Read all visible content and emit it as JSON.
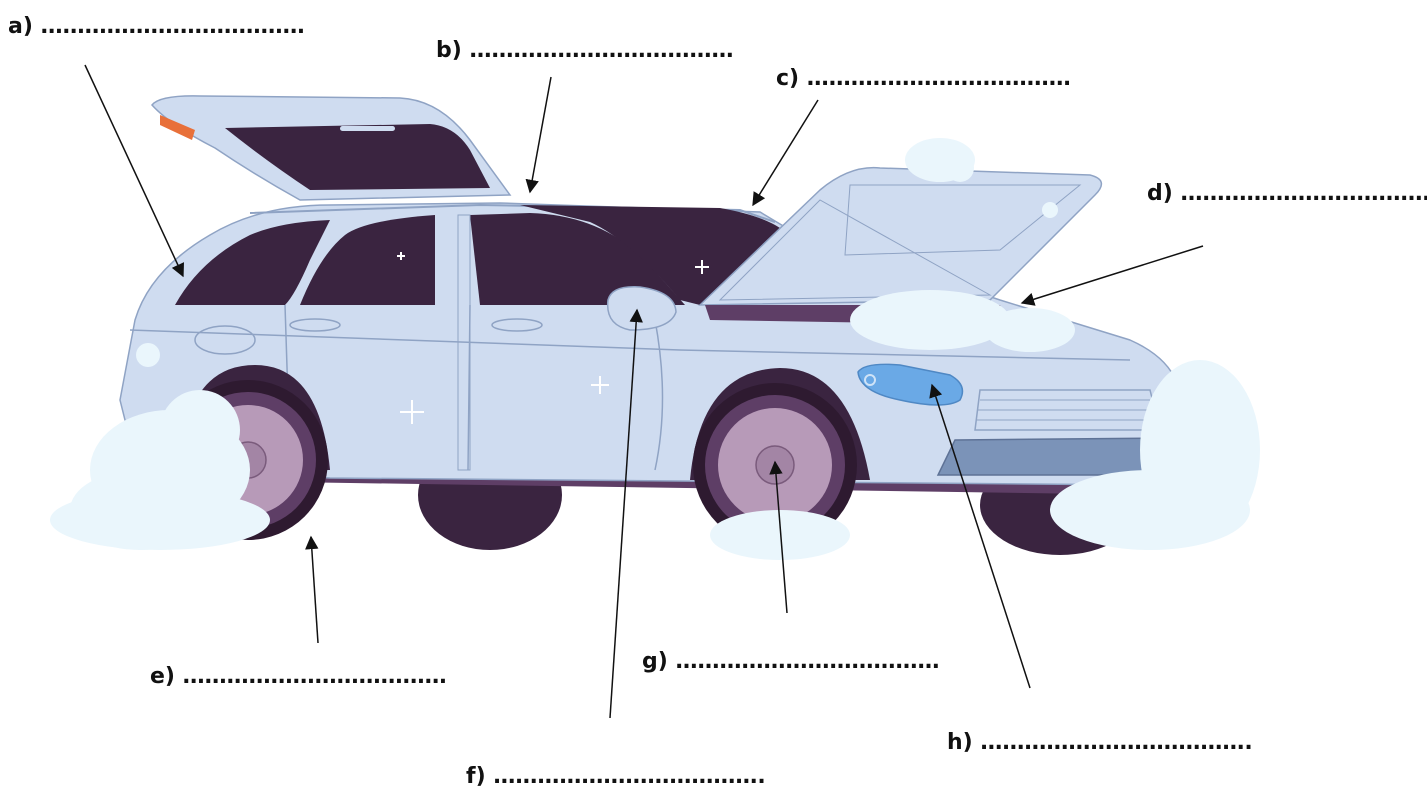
{
  "labels": {
    "a": {
      "letter": "a)",
      "blank": "………………………………"
    },
    "b": {
      "letter": "b)",
      "blank": "………………………………"
    },
    "c": {
      "letter": "c)",
      "blank": "………………………………"
    },
    "d": {
      "letter": "d)",
      "blank": "………………………………"
    },
    "e": {
      "letter": "e)",
      "blank": "………………………………"
    },
    "f": {
      "letter": "f)",
      "blank": "………………………………."
    },
    "g": {
      "letter": "g)",
      "blank": "………………………………"
    },
    "h": {
      "letter": "h)",
      "blank": "………………………………."
    }
  },
  "colors": {
    "body": "#cfdcf0",
    "body_dark": "#b7c6e0",
    "glass": "#3a2440",
    "underbody": "#5e3e66",
    "tire": "#2e1a30",
    "rim": "#b79ab8",
    "headlight": "#6aa9e6",
    "cloud": "#eaf6fc",
    "ink": "#111111"
  }
}
